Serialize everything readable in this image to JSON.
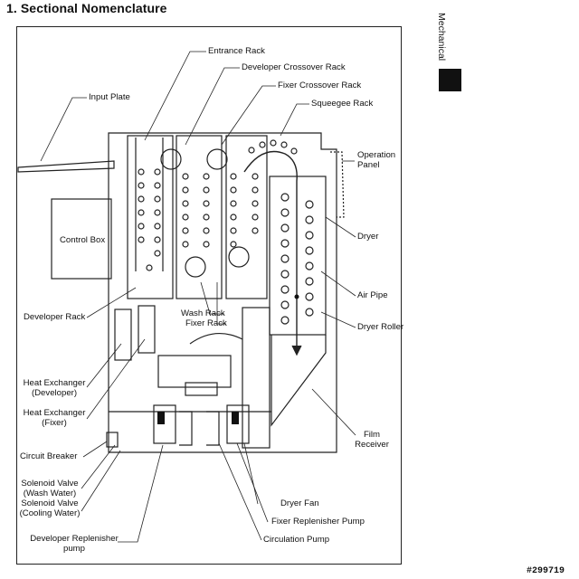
{
  "heading": "1. Sectional Nomenclature",
  "side_tab": "Mechanical",
  "catalog_number": "#299719",
  "labels": {
    "entrance_rack": "Entrance Rack",
    "developer_crossover_rack": "Developer Crossover Rack",
    "fixer_crossover_rack": "Fixer Crossover Rack",
    "squeegee_rack": "Squeegee Rack",
    "input_plate": "Input Plate",
    "operation_panel_1": "Operation",
    "operation_panel_2": "Panel",
    "control_box": "Control Box",
    "dryer": "Dryer",
    "air_pipe": "Air Pipe",
    "developer_rack": "Developer Rack",
    "wash_rack": "Wash Rack",
    "fixer_rack": "Fixer Rack",
    "dryer_roller": "Dryer Roller",
    "heat_exchanger_dev_1": "Heat Exchanger",
    "heat_exchanger_dev_2": "(Developer)",
    "heat_exchanger_fix_1": "Heat Exchanger",
    "heat_exchanger_fix_2": "(Fixer)",
    "film_receiver_1": "Film",
    "film_receiver_2": "Receiver",
    "circuit_breaker": "Circuit Breaker",
    "solenoid_wash_1": "Solenoid Valve",
    "solenoid_wash_2": "(Wash Water)",
    "solenoid_cool_1": "Solenoid Valve",
    "solenoid_cool_2": "(Cooling Water)",
    "dryer_fan": "Dryer Fan",
    "fixer_replenisher_pump": "Fixer Replenisher Pump",
    "circulation_pump": "Circulation Pump",
    "developer_replenisher_1": "Developer Replenisher",
    "developer_replenisher_2": "pump"
  }
}
